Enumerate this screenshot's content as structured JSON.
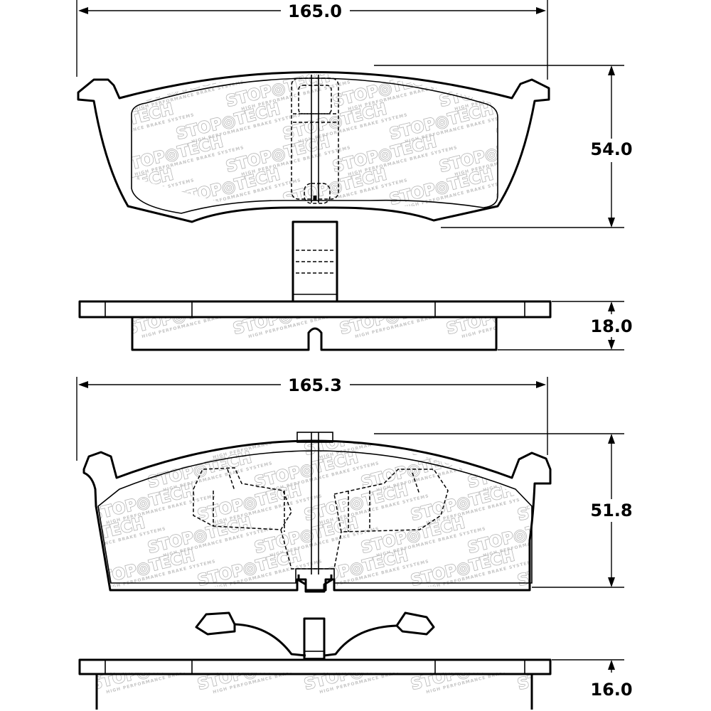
{
  "dimensions": {
    "top_width": "165.0",
    "top_height": "54.0",
    "top_thickness": "18.0",
    "bottom_width": "165.3",
    "bottom_height": "51.8",
    "bottom_thickness": "16.0"
  },
  "watermark": {
    "brand_left": "STOP",
    "brand_right": "TECH",
    "tagline": "HIGH PERFORMANCE BRAKE SYSTEMS"
  },
  "colors": {
    "line": "#000000",
    "watermark": "#b5b5b5",
    "background": "#ffffff"
  }
}
